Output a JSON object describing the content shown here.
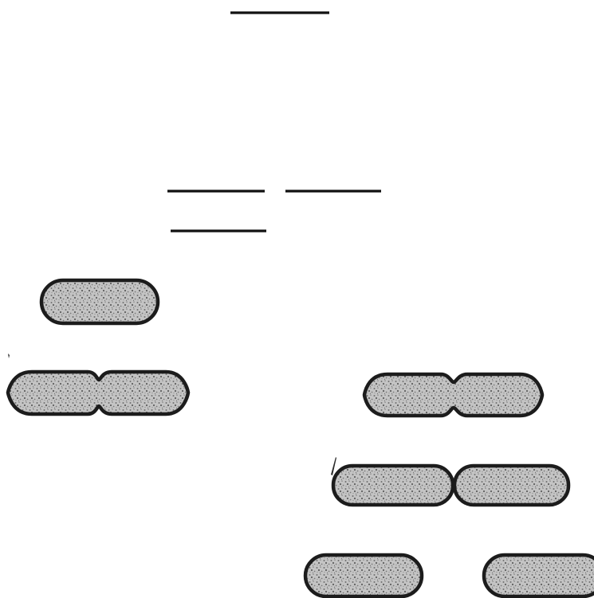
{
  "figure": {
    "description_text": "",
    "colors": {
      "ink": "#1c1c1c",
      "cell_fill_light": "#d8d8d8",
      "cell_fill_dark": "#8a8a8a",
      "background": "#ffffff"
    },
    "answer_blanks": [
      {
        "id": "blank-top",
        "text": ""
      },
      {
        "id": "blank-middle-left",
        "text": ""
      },
      {
        "id": "blank-middle-right",
        "text": ""
      },
      {
        "id": "blank-lower",
        "text": ""
      }
    ],
    "stages": [
      {
        "id": "single-cell",
        "cells": 1
      },
      {
        "id": "constricting-cell-left",
        "cells": 2
      },
      {
        "id": "constricting-cell-right",
        "cells": 2
      },
      {
        "id": "dividing-cells",
        "cells": 2
      },
      {
        "id": "separated-cells",
        "cells": 2
      }
    ]
  }
}
